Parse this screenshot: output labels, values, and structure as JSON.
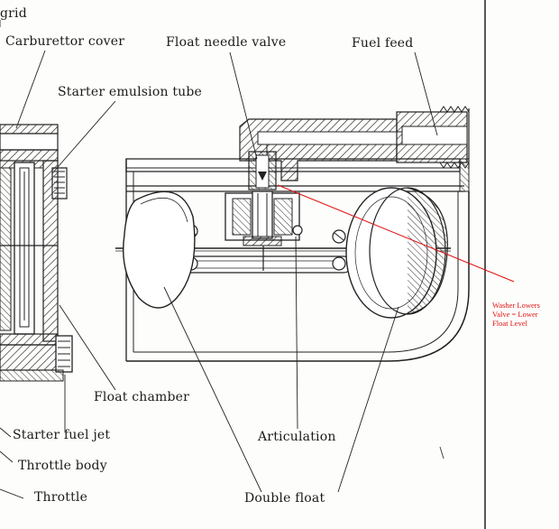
{
  "labels": {
    "grid": "grid",
    "carburettor_cover": "Carburettor cover",
    "float_needle_valve": "Float needle valve",
    "fuel_feed": "Fuel feed",
    "starter_emulsion_tube": "Starter emulsion tube",
    "float_chamber": "Float chamber",
    "starter_fuel_jet": "Starter fuel jet",
    "throttle_body": "Throttle body",
    "throttle": "Throttle",
    "articulation": "Articulation",
    "double_float": "Double float"
  },
  "annotation": {
    "line1": "Washer Lowers",
    "line2": "Valve = Lower",
    "line3": "Float Level",
    "color": "#e01010"
  },
  "colors": {
    "ink": "#1a1a1a",
    "paper": "#fdfdfb"
  }
}
